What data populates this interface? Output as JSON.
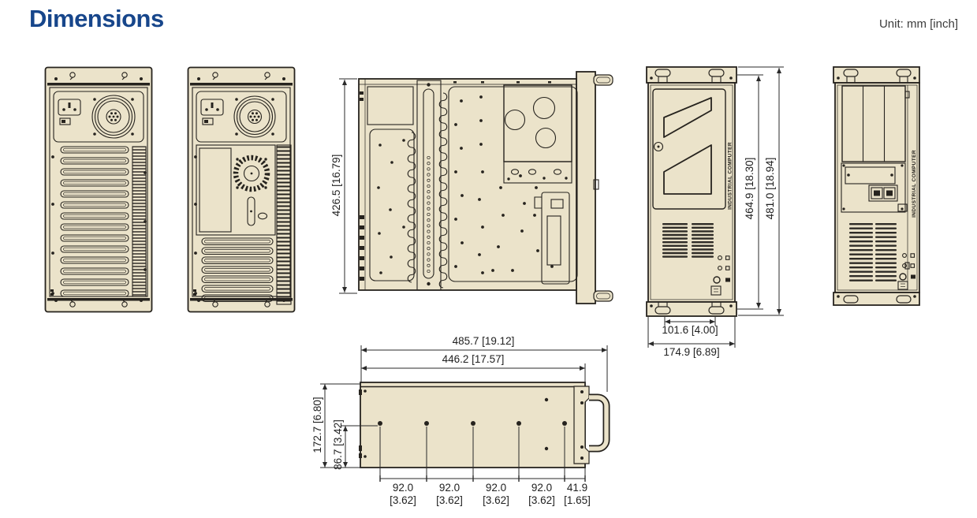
{
  "page": {
    "title": "Dimensions",
    "unit_label": "Unit: mm [inch]"
  },
  "colors": {
    "accent": "#17468b",
    "chassis_fill": "#ebe3ca",
    "line": "#26231e"
  },
  "views": {
    "front_door": {
      "side_text": "INDUSTRIAL COMPUTER"
    },
    "front_open": {
      "side_text": "INDUSTRIAL COMPUTER"
    }
  },
  "dims": {
    "top_height": "426.5 [16.79]",
    "front_height_inner": "464.9 [18.30]",
    "front_height_outer": "481.0 [18.94]",
    "front_width_inner": "101.6 [4.00]",
    "front_width_outer": "174.9 [6.89]",
    "side_width_outer": "485.7 [19.12]",
    "side_width_inner": "446.2 [17.57]",
    "side_height_outer": "172.7 [6.80]",
    "side_height_holes": "86.7 [3.42]",
    "hole_spacings": [
      {
        "mm": "92.0",
        "inch": "[3.62]"
      },
      {
        "mm": "92.0",
        "inch": "[3.62]"
      },
      {
        "mm": "92.0",
        "inch": "[3.62]"
      },
      {
        "mm": "92.0",
        "inch": "[3.62]"
      },
      {
        "mm": "41.9",
        "inch": "[1.65]"
      }
    ]
  }
}
